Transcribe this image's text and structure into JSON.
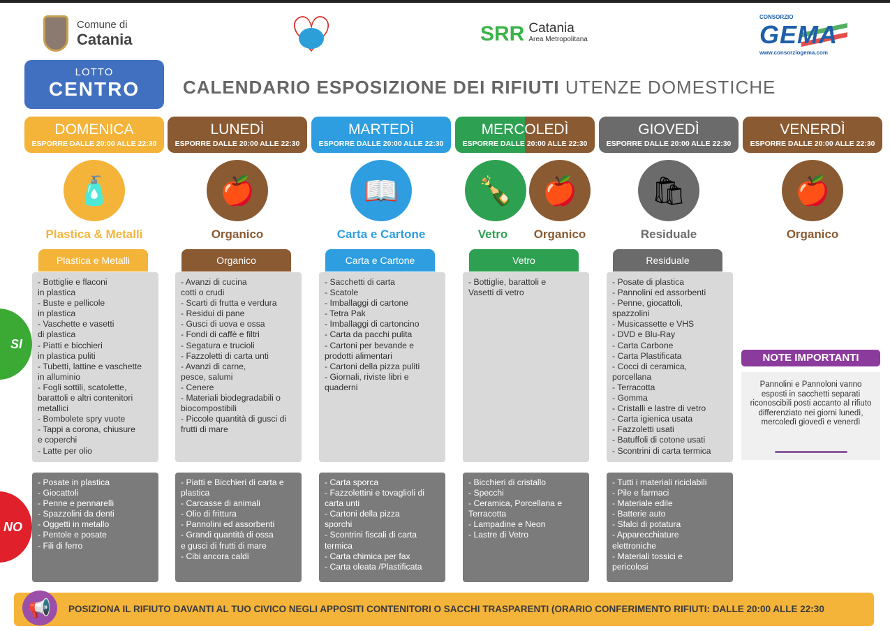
{
  "header": {
    "comune_small": "Comune di",
    "comune_name": "Catania",
    "srr": "SRR",
    "srr_city": "Catania",
    "srr_area": "Area Metropolitana",
    "gema_top": "CONSORZIO",
    "gema": "GEMA",
    "gema_url": "www.consorziogema.com",
    "lotto": "LOTTO",
    "lotto_name": "CENTRO",
    "title_bold": "CALENDARIO ESPOSIZIONE DEI RIFIUTI",
    "title_light": "UTENZE DOMESTICHE"
  },
  "days": [
    {
      "name": "DOMENICA",
      "time": "ESPORRE DALLE 20:00 ALLE 22:30",
      "color": "#f4b43a"
    },
    {
      "name": "LUNEDÌ",
      "time": "ESPORRE DALLE 20:00 ALLE 22:30",
      "color": "#8a5a32"
    },
    {
      "name": "MARTEDÌ",
      "time": "ESPORRE DALLE 20:00 ALLE 22:30",
      "color": "#2e9ee0"
    },
    {
      "name": "MERCOLEDÌ",
      "time": "ESPORRE DALLE 20:00 ALLE 22:30",
      "color": "#2ea052"
    },
    {
      "name": "GIOVEDÌ",
      "time": "ESPORRE DALLE 20:00 ALLE 22:30",
      "color": "#6b6b6b"
    },
    {
      "name": "VENERDÌ",
      "time": "ESPORRE DALLE 20:00 ALLE 22:30",
      "color": "#8a5a32"
    }
  ],
  "labels": [
    "Plastica & Metalli",
    "Organico",
    "Carta e Cartone",
    "Vetro",
    "Organico",
    "Residuale",
    "Organico"
  ],
  "side": {
    "si": "SI",
    "no": "NO"
  },
  "categories": [
    {
      "tab": "Plastica e Metalli",
      "si": "- Bottiglie e flaconi\nin plastica\n- Buste e pellicole\nin plastica\n- Vaschette e vasetti\ndi plastica\n- Piatti e bicchieri\nin plastica puliti\n- Tubetti, lattine e vaschette\nin alluminio\n- Fogli sottili, scatolette,\nbarattoli e altri contenitori\nmetallici\n- Bombolete spry vuote\n- Tappi a corona, chiusure\ne coperchi\n- Latte per olio",
      "no": "- Posate in plastica\n- Giocattoli\n- Penne e pennarelli\n- Spazzolini da denti\n- Oggetti in metallo\n- Pentole e posate\n- Fili di ferro"
    },
    {
      "tab": "Organico",
      "si": "- Avanzi di cucina\ncotti o crudi\n- Scarti di frutta e verdura\n- Residui di pane\n- Gusci di uova e ossa\n- Fondi di caffè e filtri\n- Segatura e trucioli\n- Fazzoletti di carta unti\n- Avanzi di carne,\npesce, salumi\n- Cenere\n- Materiali biodegradabili o\nbiocompostibili\n- Piccole quantità di gusci di\nfrutti di mare",
      "no": "- Piatti e Bicchieri di carta e\nplastica\n- Carcasse di animali\n- Olio di frittura\n- Pannolini ed assorbenti\n- Grandi quantità di ossa\ne gusci di frutti di mare\n- Cibi ancora caldi"
    },
    {
      "tab": "Carta e Cartone",
      "si": "- Sacchetti di carta\n- Scatole\n- Imballaggi di cartone\n- Tetra Pak\n- Imballaggi di cartoncino\n- Carta da pacchi pulita\n- Cartoni per bevande e\nprodotti alimentari\n- Cartoni della pizza puliti\n- Giornali, riviste libri e\nquaderni",
      "no": "- Carta sporca\n- Fazzolettini e tovaglioli di\ncarta unti\n- Cartoni della pizza\nsporchi\n- Scontrini fiscali di carta\ntermica\n- Carta chimica per fax\n- Carta oleata /Plastificata"
    },
    {
      "tab": "Vetro",
      "si": "- Bottiglie, barattoli e\nVasetti di vetro",
      "no": "- Bicchieri di cristallo\n- Specchi\n- Ceramica, Porcellana e\nTerracotta\n- Lampadine e Neon\n- Lastre di Vetro"
    },
    {
      "tab": "Residuale",
      "si": "- Posate di plastica\n- Pannolini ed assorbenti\n- Penne, giocattoli,\nspazzolini\n- Musicassette e VHS\n- DVD e Blu-Ray\n- Carta Carbone\n- Carta Plastificata\n- Cocci di ceramica,\nporcellana\n- Terracotta\n- Gomma\n- Cristalli e lastre di vetro\n- Carta igienica usata\n- Fazzoletti usati\n- Batuffoli di cotone usati\n- Scontrini di carta termica",
      "no": "- Tutti i materiali riciclabili\n- Pile e farmaci\n- Materiale edile\n- Batterie auto\n- Sfalci di potatura\n- Apparecchiature\nelettroniche\n- Materiali tossici e\npericolosi"
    }
  ],
  "note": {
    "title": "NOTE IMPORTANTI",
    "text": "Pannolini e Pannoloni vanno esposti in sacchetti separati riconoscibili posti accanto al rifiuto differenziato nei giorni lunedì, mercoledì giovedì e venerdì"
  },
  "banner": "POSIZIONA IL RIFIUTO DAVANTI AL TUO CIVICO NEGLI APPOSITI CONTENITORI O SACCHI TRASPARENTI (ORARIO CONFERIMENTO RIFIUTI: DALLE 20:00 ALLE 22:30"
}
